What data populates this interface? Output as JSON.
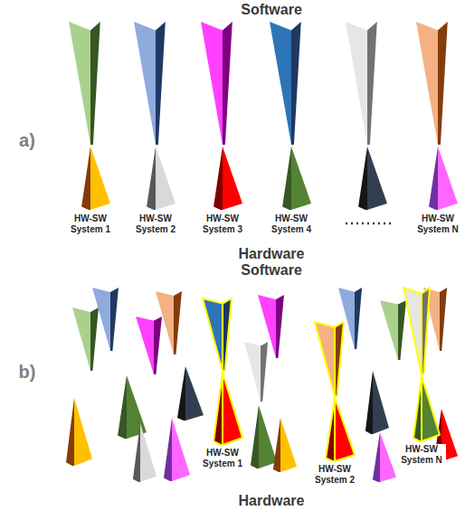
{
  "diagram": {
    "labels": [
      "Software",
      "a)",
      "HW-SW System 1",
      "HW-SW System 2",
      "HW-SW System 3",
      "HW-SW System 4",
      "HW-SW System N",
      "Hardware",
      "Software",
      "b)",
      "HW-SW System 1",
      "HW-SW System 2",
      "HW-SW System N",
      "Hardware"
    ]
  }
}
